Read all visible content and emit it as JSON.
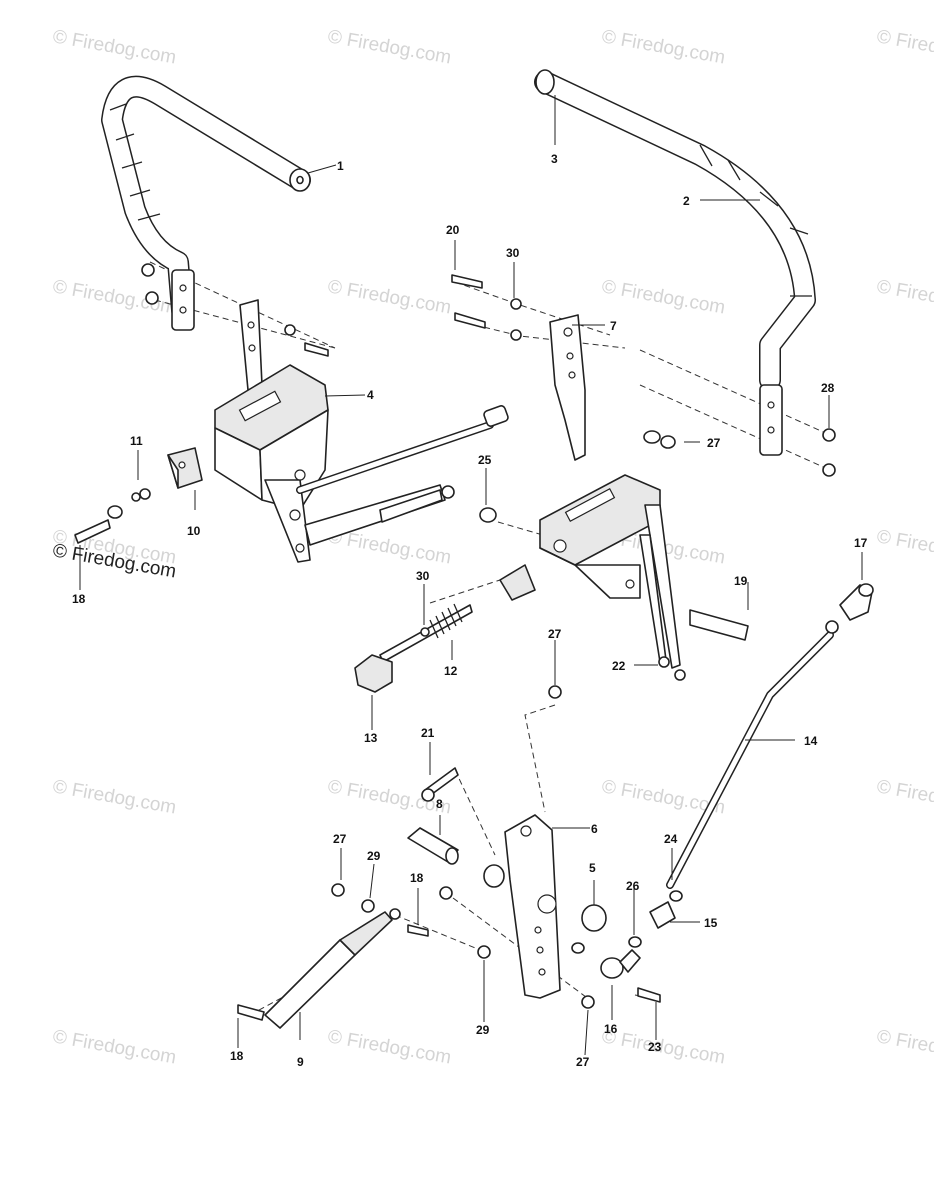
{
  "watermark": {
    "text": "Firedog.com",
    "symbol": "©"
  },
  "callouts": [
    {
      "id": "c1",
      "label": "1"
    },
    {
      "id": "c2",
      "label": "2"
    },
    {
      "id": "c3",
      "label": "3"
    },
    {
      "id": "c4",
      "label": "4"
    },
    {
      "id": "c5",
      "label": "5"
    },
    {
      "id": "c6",
      "label": "6"
    },
    {
      "id": "c7",
      "label": "7"
    },
    {
      "id": "c8",
      "label": "8"
    },
    {
      "id": "c9",
      "label": "9"
    },
    {
      "id": "c10",
      "label": "10"
    },
    {
      "id": "c11",
      "label": "11"
    },
    {
      "id": "c12",
      "label": "12"
    },
    {
      "id": "c13",
      "label": "13"
    },
    {
      "id": "c14",
      "label": "14"
    },
    {
      "id": "c15",
      "label": "15"
    },
    {
      "id": "c16",
      "label": "16"
    },
    {
      "id": "c17",
      "label": "17"
    },
    {
      "id": "c18a",
      "label": "18"
    },
    {
      "id": "c18b",
      "label": "18"
    },
    {
      "id": "c18c",
      "label": "18"
    },
    {
      "id": "c19",
      "label": "19"
    },
    {
      "id": "c20",
      "label": "20"
    },
    {
      "id": "c21",
      "label": "21"
    },
    {
      "id": "c22",
      "label": "22"
    },
    {
      "id": "c23",
      "label": "23"
    },
    {
      "id": "c24",
      "label": "24"
    },
    {
      "id": "c25",
      "label": "25"
    },
    {
      "id": "c26",
      "label": "26"
    },
    {
      "id": "c27a",
      "label": "27"
    },
    {
      "id": "c27b",
      "label": "27"
    },
    {
      "id": "c27c",
      "label": "27"
    },
    {
      "id": "c27d",
      "label": "27"
    },
    {
      "id": "c28",
      "label": "28"
    },
    {
      "id": "c29a",
      "label": "29"
    },
    {
      "id": "c29b",
      "label": "29"
    },
    {
      "id": "c30a",
      "label": "30"
    },
    {
      "id": "c30b",
      "label": "30"
    }
  ]
}
